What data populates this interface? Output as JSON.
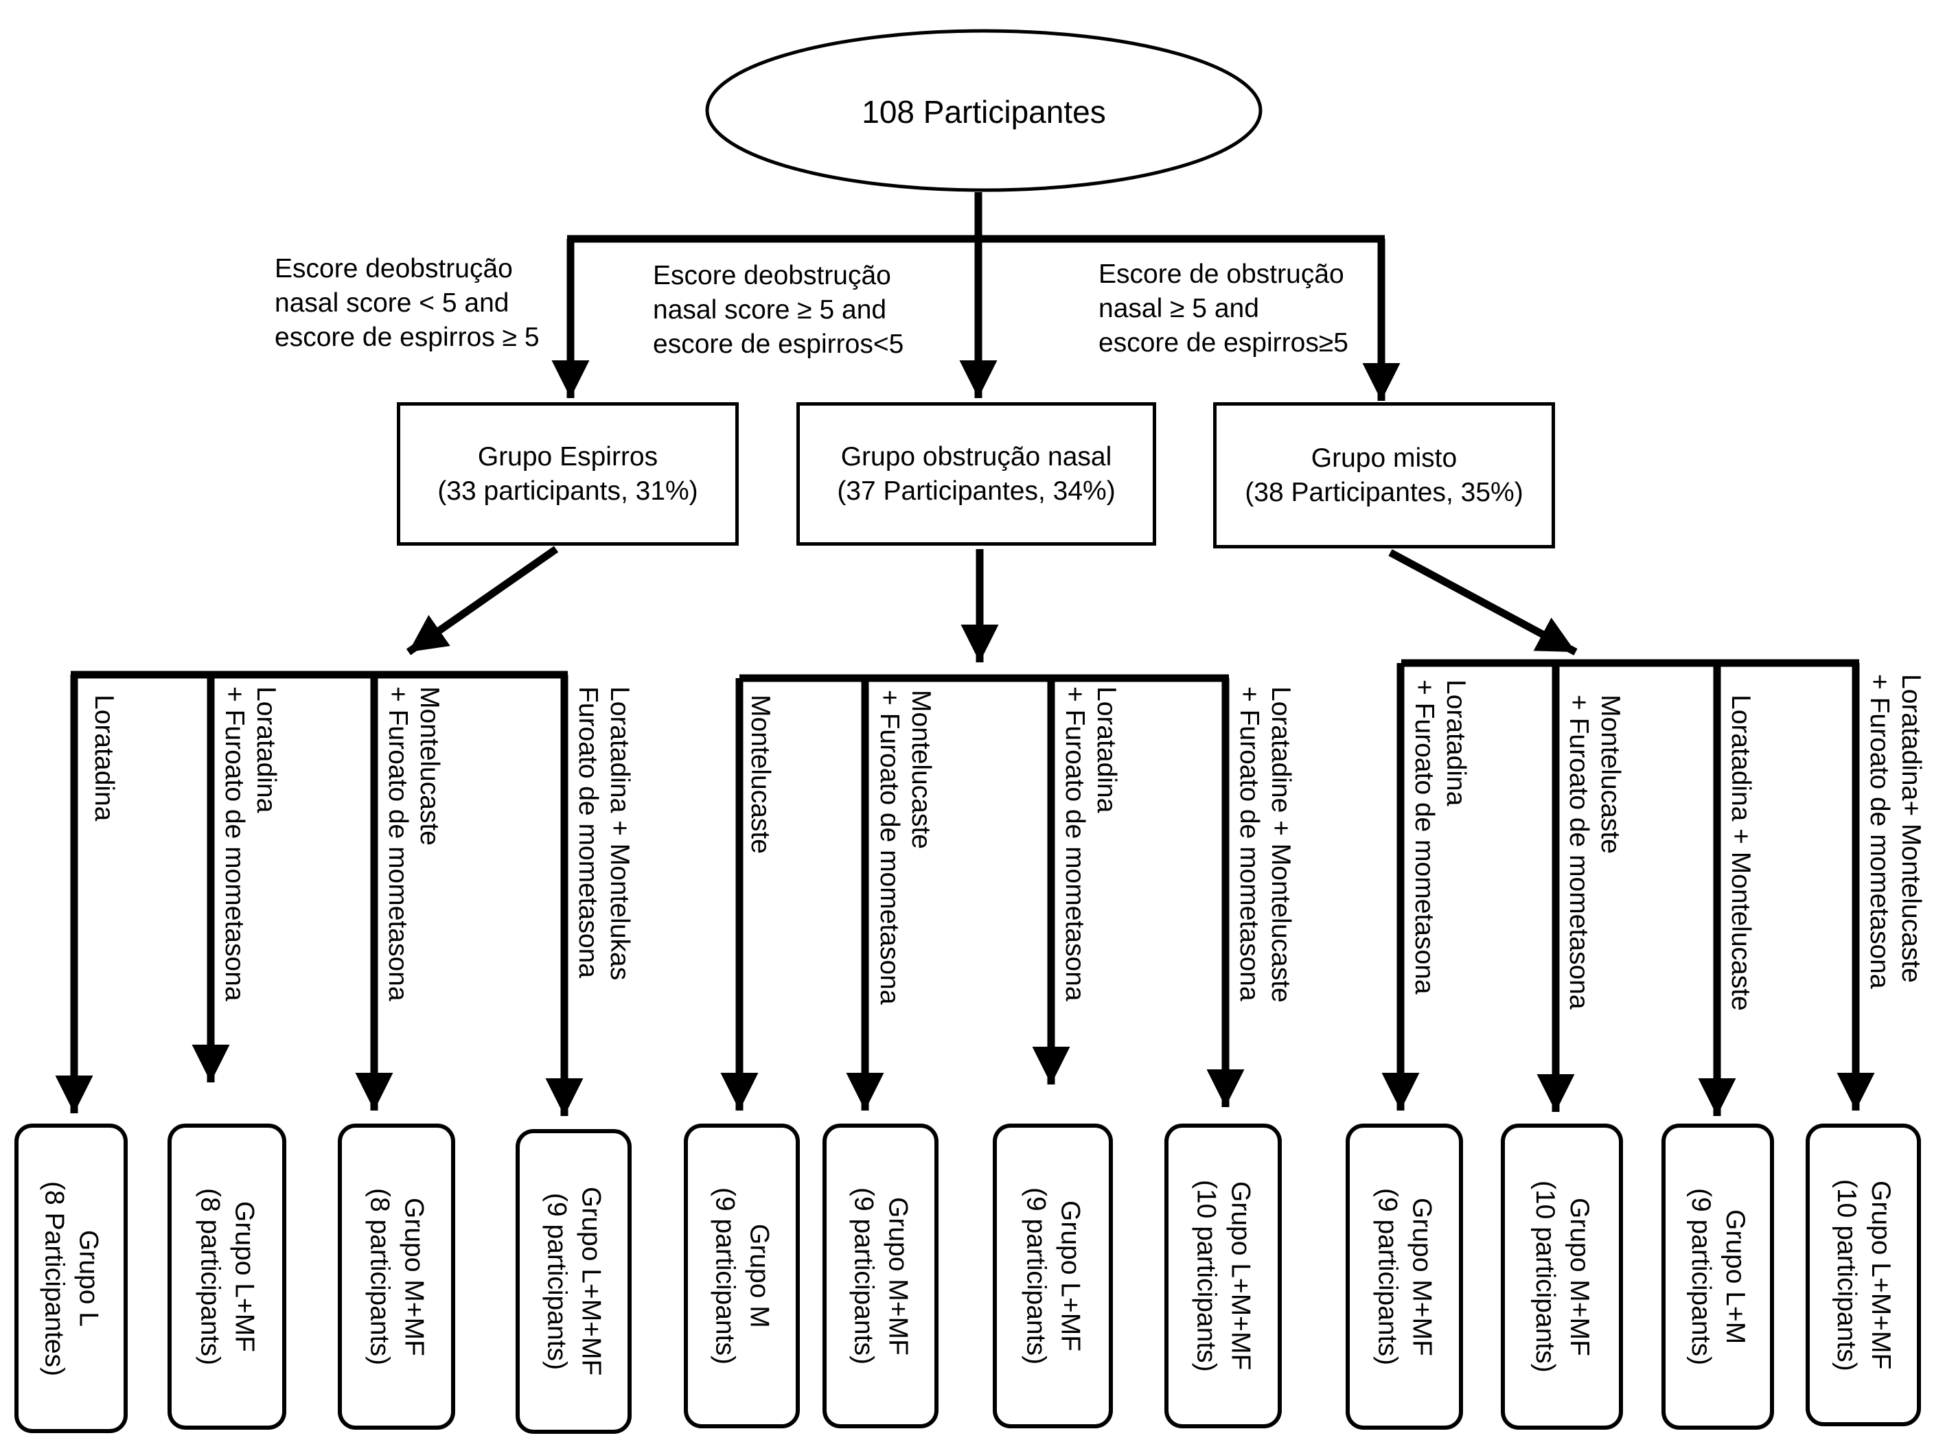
{
  "root": {
    "label": "108 Participantes"
  },
  "conditions": [
    {
      "lines": [
        "Escore deobstrução",
        "nasal score < 5 and",
        "escore de espirros ≥ 5"
      ]
    },
    {
      "lines": [
        "Escore deobstrução",
        "nasal score ≥ 5 and",
        "escore de espirros<5"
      ]
    },
    {
      "lines": [
        "Escore de obstrução",
        "nasal  ≥ 5 and",
        "escore de espirros≥5"
      ]
    }
  ],
  "groups": [
    {
      "lines": [
        "Grupo Espirros",
        "(33 participants, 31%)"
      ]
    },
    {
      "lines": [
        "Grupo obstrução nasal",
        "(37 Participantes, 34%)"
      ]
    },
    {
      "lines": [
        "Grupo misto",
        "(38 Participantes, 35%)"
      ]
    }
  ],
  "treatments": [
    {
      "lines": [
        "Loratadina"
      ]
    },
    {
      "lines": [
        "Loratadina",
        "+ Furoato de mometasona"
      ]
    },
    {
      "lines": [
        "Montelucaste",
        "+ Furoato de mometasona"
      ]
    },
    {
      "lines": [
        "Loratadina + Montelukas",
        "Furoato de mometasona"
      ]
    },
    {
      "lines": [
        "Montelucaste"
      ]
    },
    {
      "lines": [
        "Montelucaste",
        "+ Furoato de mometasona"
      ]
    },
    {
      "lines": [
        "Loratadina",
        "+ Furoato de mometasona"
      ]
    },
    {
      "lines": [
        "Loratadine + Montelucaste",
        "+ Furoato de mometasona"
      ]
    },
    {
      "lines": [
        "Loratadina",
        "+ Furoato de mometasona"
      ]
    },
    {
      "lines": [
        "Montelucaste",
        "+ Furoato de mometasona"
      ]
    },
    {
      "lines": [
        "Loratadina + Montelucaste"
      ]
    },
    {
      "lines": [
        "Loratadina+ Montelucaste",
        "+ Furoato de mometasona"
      ]
    }
  ],
  "subgroups": [
    {
      "lines": [
        "Grupo L",
        "(8 Participantes)"
      ]
    },
    {
      "lines": [
        "Grupo L+MF",
        "(8 participants)"
      ]
    },
    {
      "lines": [
        "Grupo M+MF",
        "(8 participants)"
      ]
    },
    {
      "lines": [
        "Grupo L+M+MF",
        "(9 participants)"
      ]
    },
    {
      "lines": [
        "Grupo M",
        "(9 participants)"
      ]
    },
    {
      "lines": [
        "Grupo M+MF",
        "(9 participants)"
      ]
    },
    {
      "lines": [
        "Grupo L+MF",
        "(9 participants)"
      ]
    },
    {
      "lines": [
        "Grupo L+M+MF",
        "(10 participants)"
      ]
    },
    {
      "lines": [
        "Grupo M+MF",
        "(9 participants)"
      ]
    },
    {
      "lines": [
        "Grupo M+MF",
        "(10 participants)"
      ]
    },
    {
      "lines": [
        "Grupo L+M",
        "(9 participants)"
      ]
    },
    {
      "lines": [
        "Grupo L+M+MF",
        "(10 participants)"
      ]
    }
  ]
}
